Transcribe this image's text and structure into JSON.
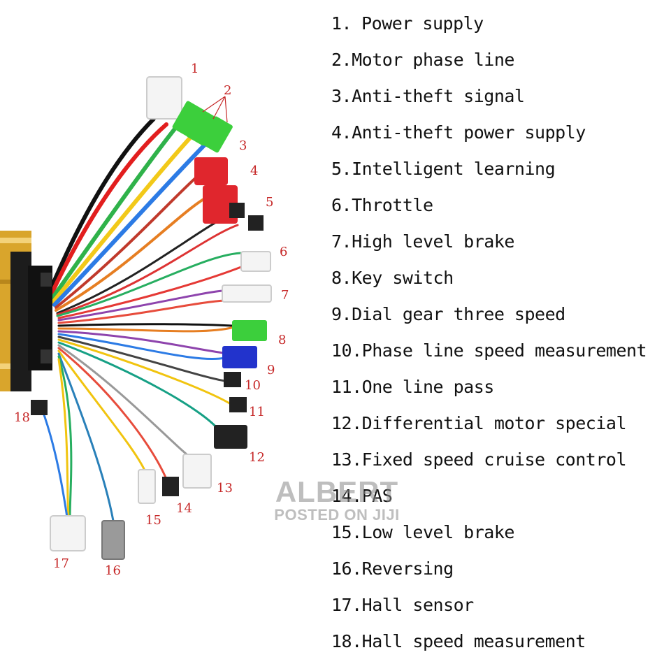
{
  "legend": [
    {
      "number": "1.",
      "label": "Power supply"
    },
    {
      "number": "2.",
      "label": "Motor phase line"
    },
    {
      "number": "3.",
      "label": "Anti-theft signal"
    },
    {
      "number": "4.",
      "label": "Anti-theft power supply"
    },
    {
      "number": "5.",
      "label": "Intelligent learning"
    },
    {
      "number": "6.",
      "label": "Throttle"
    },
    {
      "number": "7.",
      "label": "High level brake"
    },
    {
      "number": "8.",
      "label": "Key switch"
    },
    {
      "number": "9.",
      "label": "Dial gear three speed"
    },
    {
      "number": "10.",
      "label": "Phase line speed measurement"
    },
    {
      "number": "11.",
      "label": "One line pass"
    },
    {
      "number": "12.",
      "label": "Differential motor special"
    },
    {
      "number": "13.",
      "label": "Fixed speed cruise control"
    },
    {
      "number": "14.",
      "label": "PAS"
    },
    {
      "number": "15.",
      "label": "Low level brake"
    },
    {
      "number": "16.",
      "label": "Reversing"
    },
    {
      "number": "17.",
      "label": "Hall sensor"
    },
    {
      "number": "18.",
      "label": "Hall speed measurement"
    }
  ],
  "callouts": [
    "1",
    "2",
    "3",
    "4",
    "5",
    "6",
    "7",
    "8",
    "9",
    "10",
    "11",
    "12",
    "13",
    "14",
    "15",
    "16",
    "17",
    "18"
  ],
  "watermark": {
    "line1": "ALBERT",
    "line2": "POSTED ON JIJI"
  },
  "colors": {
    "callout": "#c62828",
    "controller": "#d9a52c",
    "connector_green": "#3ccf3c",
    "connector_red": "#e0262d",
    "connector_blue": "#2233cc"
  }
}
